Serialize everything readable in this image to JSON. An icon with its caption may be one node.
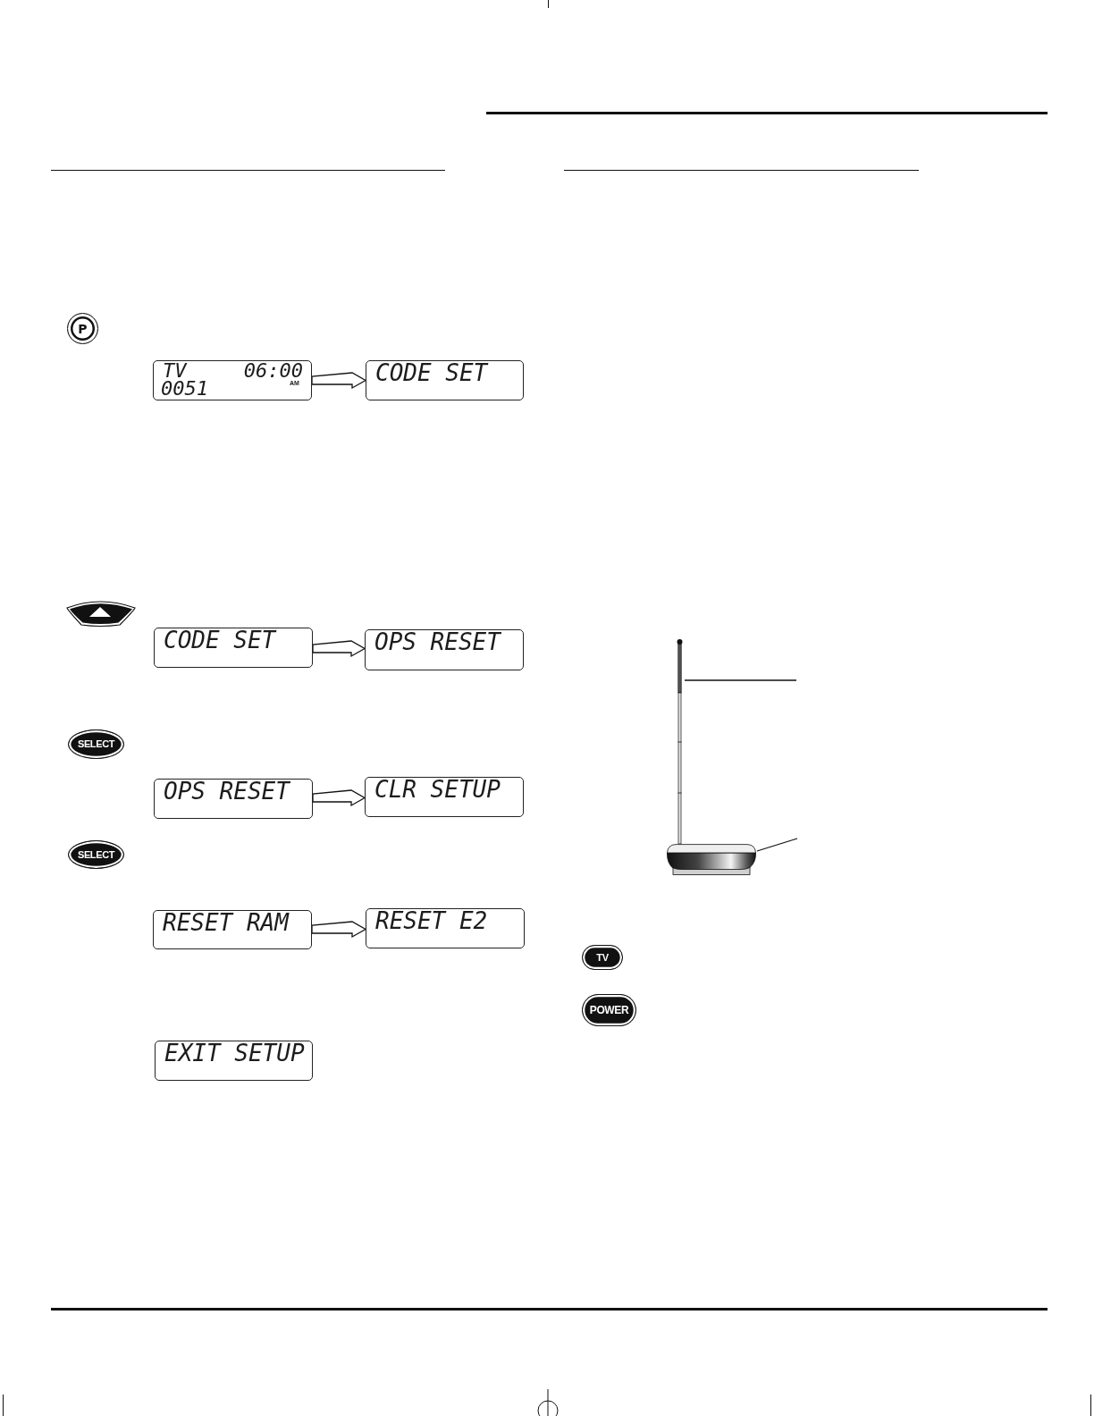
{
  "diagram": {
    "nodes": [
      {
        "text": [
          "P"
        ]
      },
      {
        "text": [
          "TV",
          "06:00",
          "AM",
          "0051"
        ]
      },
      {
        "text": [
          "CODE SET"
        ]
      },
      {
        "text": [],
        "shape": "button"
      },
      {
        "text": [
          "CODE SET"
        ]
      },
      {
        "text": [
          "OPS RESET"
        ]
      },
      {
        "text": [
          "SELECT"
        ]
      },
      {
        "text": [
          "OPS RESET"
        ]
      },
      {
        "text": [
          "CLR SETUP"
        ]
      },
      {
        "text": [
          "SELECT"
        ]
      },
      {
        "text": [
          "RESET RAM"
        ]
      },
      {
        "text": [
          "RESET E2"
        ]
      },
      {
        "text": [
          "EXIT SETUP"
        ]
      },
      {
        "text": [],
        "shape": "picture"
      },
      {
        "text": [],
        "shape": "picture"
      },
      {
        "text": [
          "TV"
        ]
      },
      {
        "text": [
          "POWER"
        ]
      }
    ],
    "edges": [
      {
        "from": 1,
        "to": 2,
        "arrow": "to"
      },
      {
        "from": 4,
        "to": 5,
        "arrow": "to"
      },
      {
        "from": 7,
        "to": 8,
        "arrow": "to"
      },
      {
        "from": 10,
        "to": 11,
        "arrow": "to"
      },
      {
        "from": null,
        "to": 13,
        "arrow": "none"
      },
      {
        "from": null,
        "to": 14,
        "arrow": "none"
      }
    ]
  }
}
